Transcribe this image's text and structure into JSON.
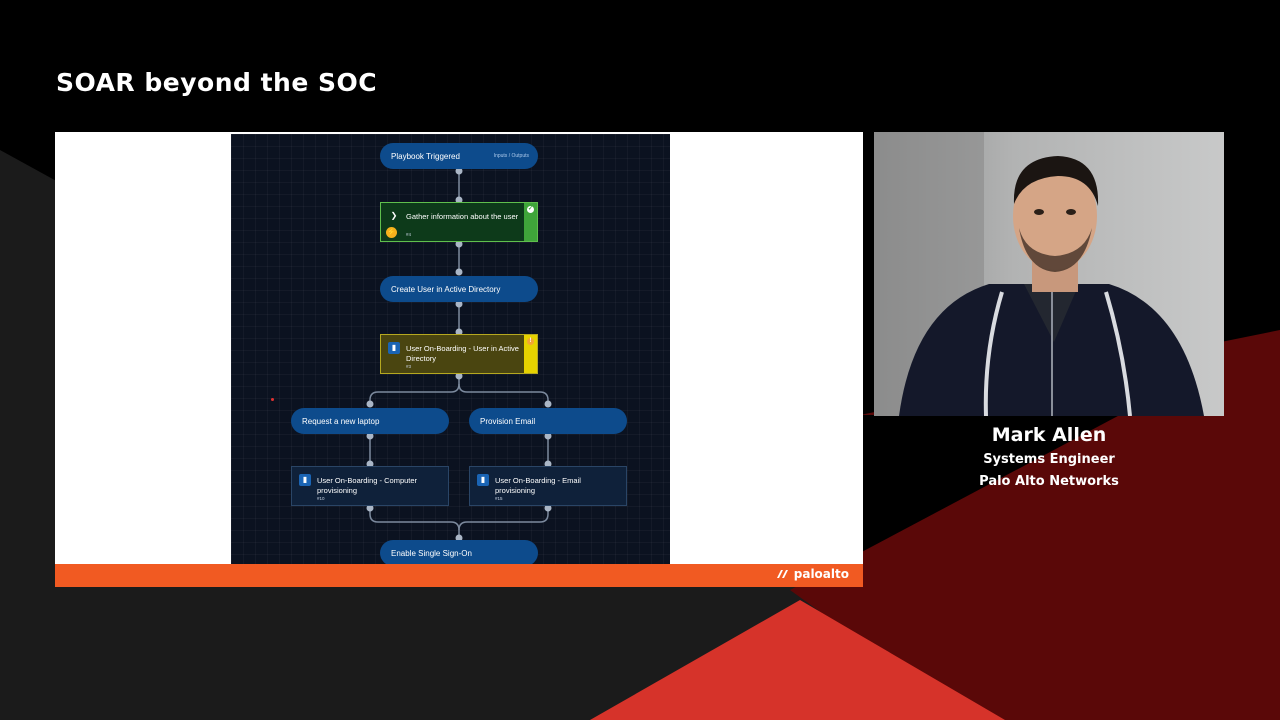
{
  "title": "SOAR beyond the SOC",
  "playbook": {
    "trigger": {
      "label": "Playbook Triggered",
      "sublabel": "Inputs / Outputs"
    },
    "tasks": [
      {
        "label": "Gather information about the user",
        "number": "#4"
      },
      {
        "label": "Create User in Active Directory"
      },
      {
        "label": "User On-Boarding - User in Active Directory",
        "number": "#3"
      },
      {
        "label": "Request a new laptop"
      },
      {
        "label": "Provision Email"
      },
      {
        "label": "User On-Boarding - Computer provisioning",
        "number": "#10"
      },
      {
        "label": "User On-Boarding - Email provisioning",
        "number": "#15"
      },
      {
        "label": "Enable Single Sign-On"
      }
    ]
  },
  "footer": {
    "logo_text": "paloalto"
  },
  "speaker": {
    "name": "Mark Allen",
    "role": "Systems Engineer",
    "company": "Palo Alto Networks"
  },
  "icons": {
    "task_status_complete": "check-icon",
    "task_status_warning": "alert-icon",
    "task_type_script": "chevron-icon",
    "task_type_subplaybook": "book-icon",
    "automation": "bolt-icon"
  },
  "colors": {
    "accent_orange": "#f15a22",
    "task_blue": "#0d4b8c",
    "status_green": "#3fa53a",
    "status_yellow": "#e6d200",
    "bg_red": "#c52a1f",
    "bg_dark_red": "#5a0808"
  }
}
